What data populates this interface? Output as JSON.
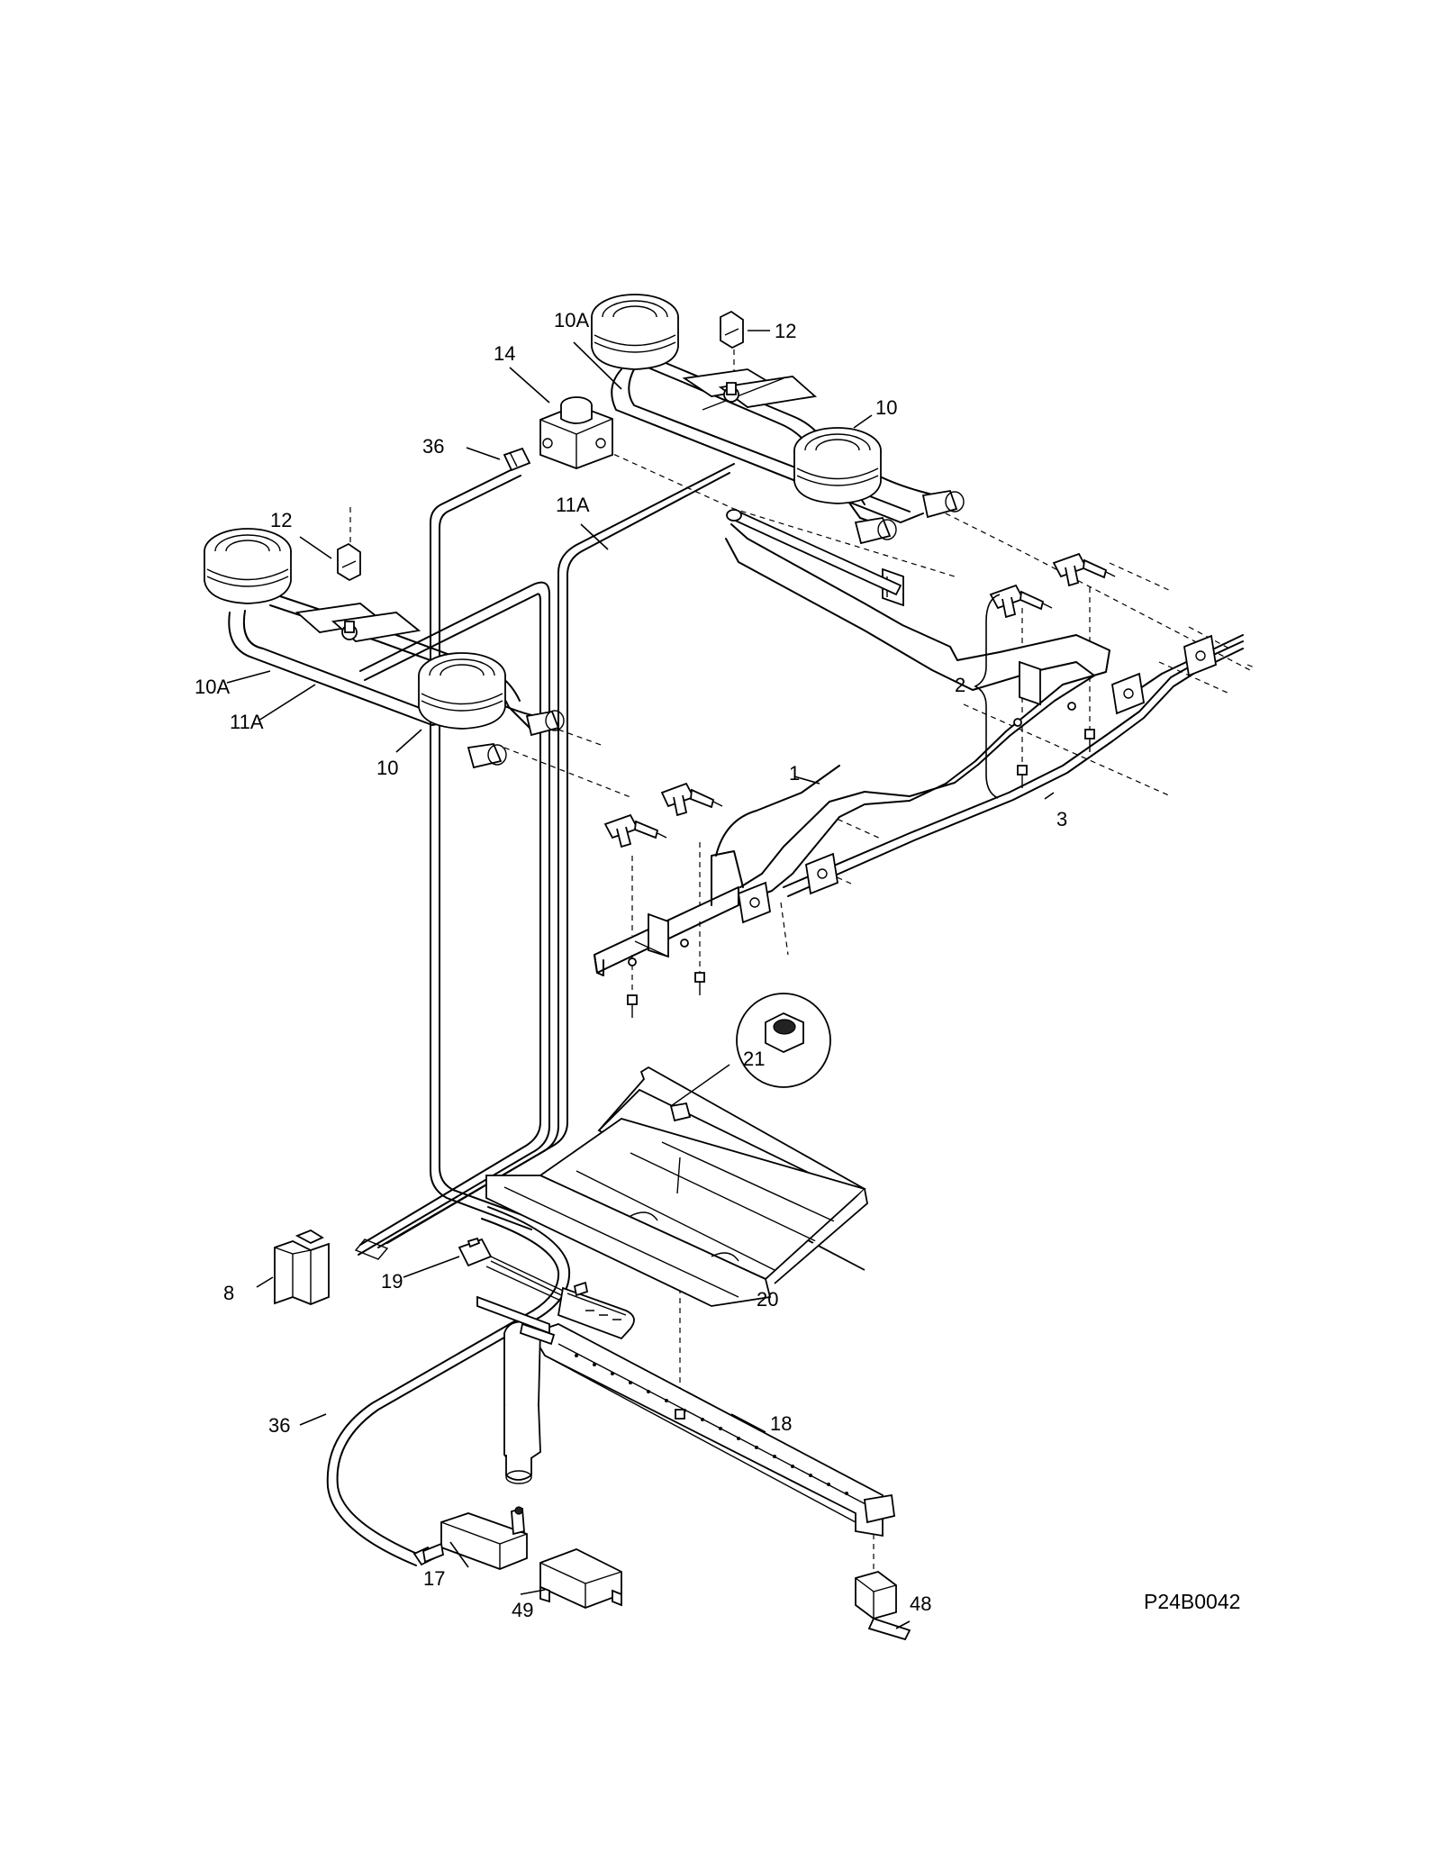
{
  "diagram": {
    "drawing_code": "P24B0042",
    "callouts": {
      "c1": "1",
      "c2": "2",
      "c3": "3",
      "c8": "8",
      "c10_top": "10",
      "c10_left": "10",
      "c10a_top": "10A",
      "c10a_left": "10A",
      "c11a_top": "11A",
      "c11a_left": "11A",
      "c12_top": "12",
      "c12_left": "12",
      "c14": "14",
      "c17": "17",
      "c18": "18",
      "c19": "19",
      "c20": "20",
      "c21": "21",
      "c36_top": "36",
      "c36_bottom": "36",
      "c48": "48",
      "c49": "49"
    }
  }
}
